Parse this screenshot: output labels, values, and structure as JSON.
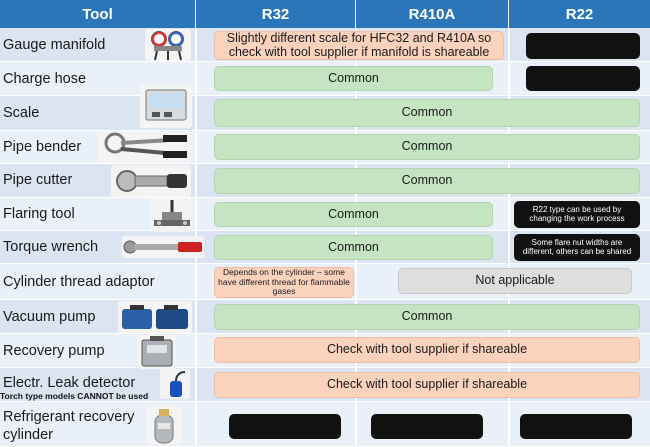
{
  "headers": [
    "Tool",
    "R32",
    "R410A",
    "R22"
  ],
  "rows": [
    {
      "tool": "Gauge manifold",
      "icon": "gauge-manifold-icon"
    },
    {
      "tool": "Charge hose",
      "icon": ""
    },
    {
      "tool": "Scale",
      "icon": "scale-icon"
    },
    {
      "tool": "Pipe bender",
      "icon": "pipe-bender-icon"
    },
    {
      "tool": "Pipe cutter",
      "icon": "pipe-cutter-icon"
    },
    {
      "tool": "Flaring tool",
      "icon": "flaring-tool-icon"
    },
    {
      "tool": "Torque wrench",
      "icon": "torque-wrench-icon"
    },
    {
      "tool": "Cylinder thread adaptor",
      "icon": ""
    },
    {
      "tool": "Vacuum pump",
      "icon": "vacuum-pump-icon"
    },
    {
      "tool": "Recovery pump",
      "icon": "recovery-pump-icon"
    },
    {
      "tool": "Electr. Leak detector",
      "icon": "leak-detector-icon"
    },
    {
      "tool": "Refrigerant recovery cylinder",
      "icon": "recovery-cylinder-icon"
    }
  ],
  "cells": {
    "gauge_r32_r410a": "Slightly different scale for HFC32 and R410A so check with tool supplier if manifold is shareable",
    "common": "Common",
    "flaring_r22": "R22 type can be used by changing the work process",
    "torque_r22": "Some flare nut widths are different, others can be shared",
    "cylinder_r32": "Depends on the cylinder – some have different thread for flammable gases",
    "cylinder_other": "Not applicable",
    "check_shareable": "Check with tool supplier if shareable"
  },
  "notes": {
    "leak_detector": "Torch type models CANNOT be used"
  },
  "colors": {
    "header": "#2a76b8",
    "green": "#c5e4c2",
    "orange": "#fbd3bd",
    "grey": "#dedede",
    "black": "#111111"
  }
}
